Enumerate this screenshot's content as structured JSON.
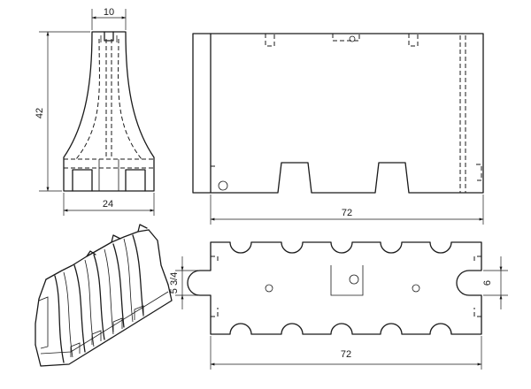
{
  "views": {
    "side": {
      "width": "10",
      "height": "42",
      "base_width": "24"
    },
    "front": {
      "length": "72"
    },
    "top": {
      "length": "72",
      "slot_left": "5 3/4",
      "slot_right": "6"
    }
  },
  "colors": {
    "line": "#1a1a1a",
    "background": "#ffffff"
  }
}
